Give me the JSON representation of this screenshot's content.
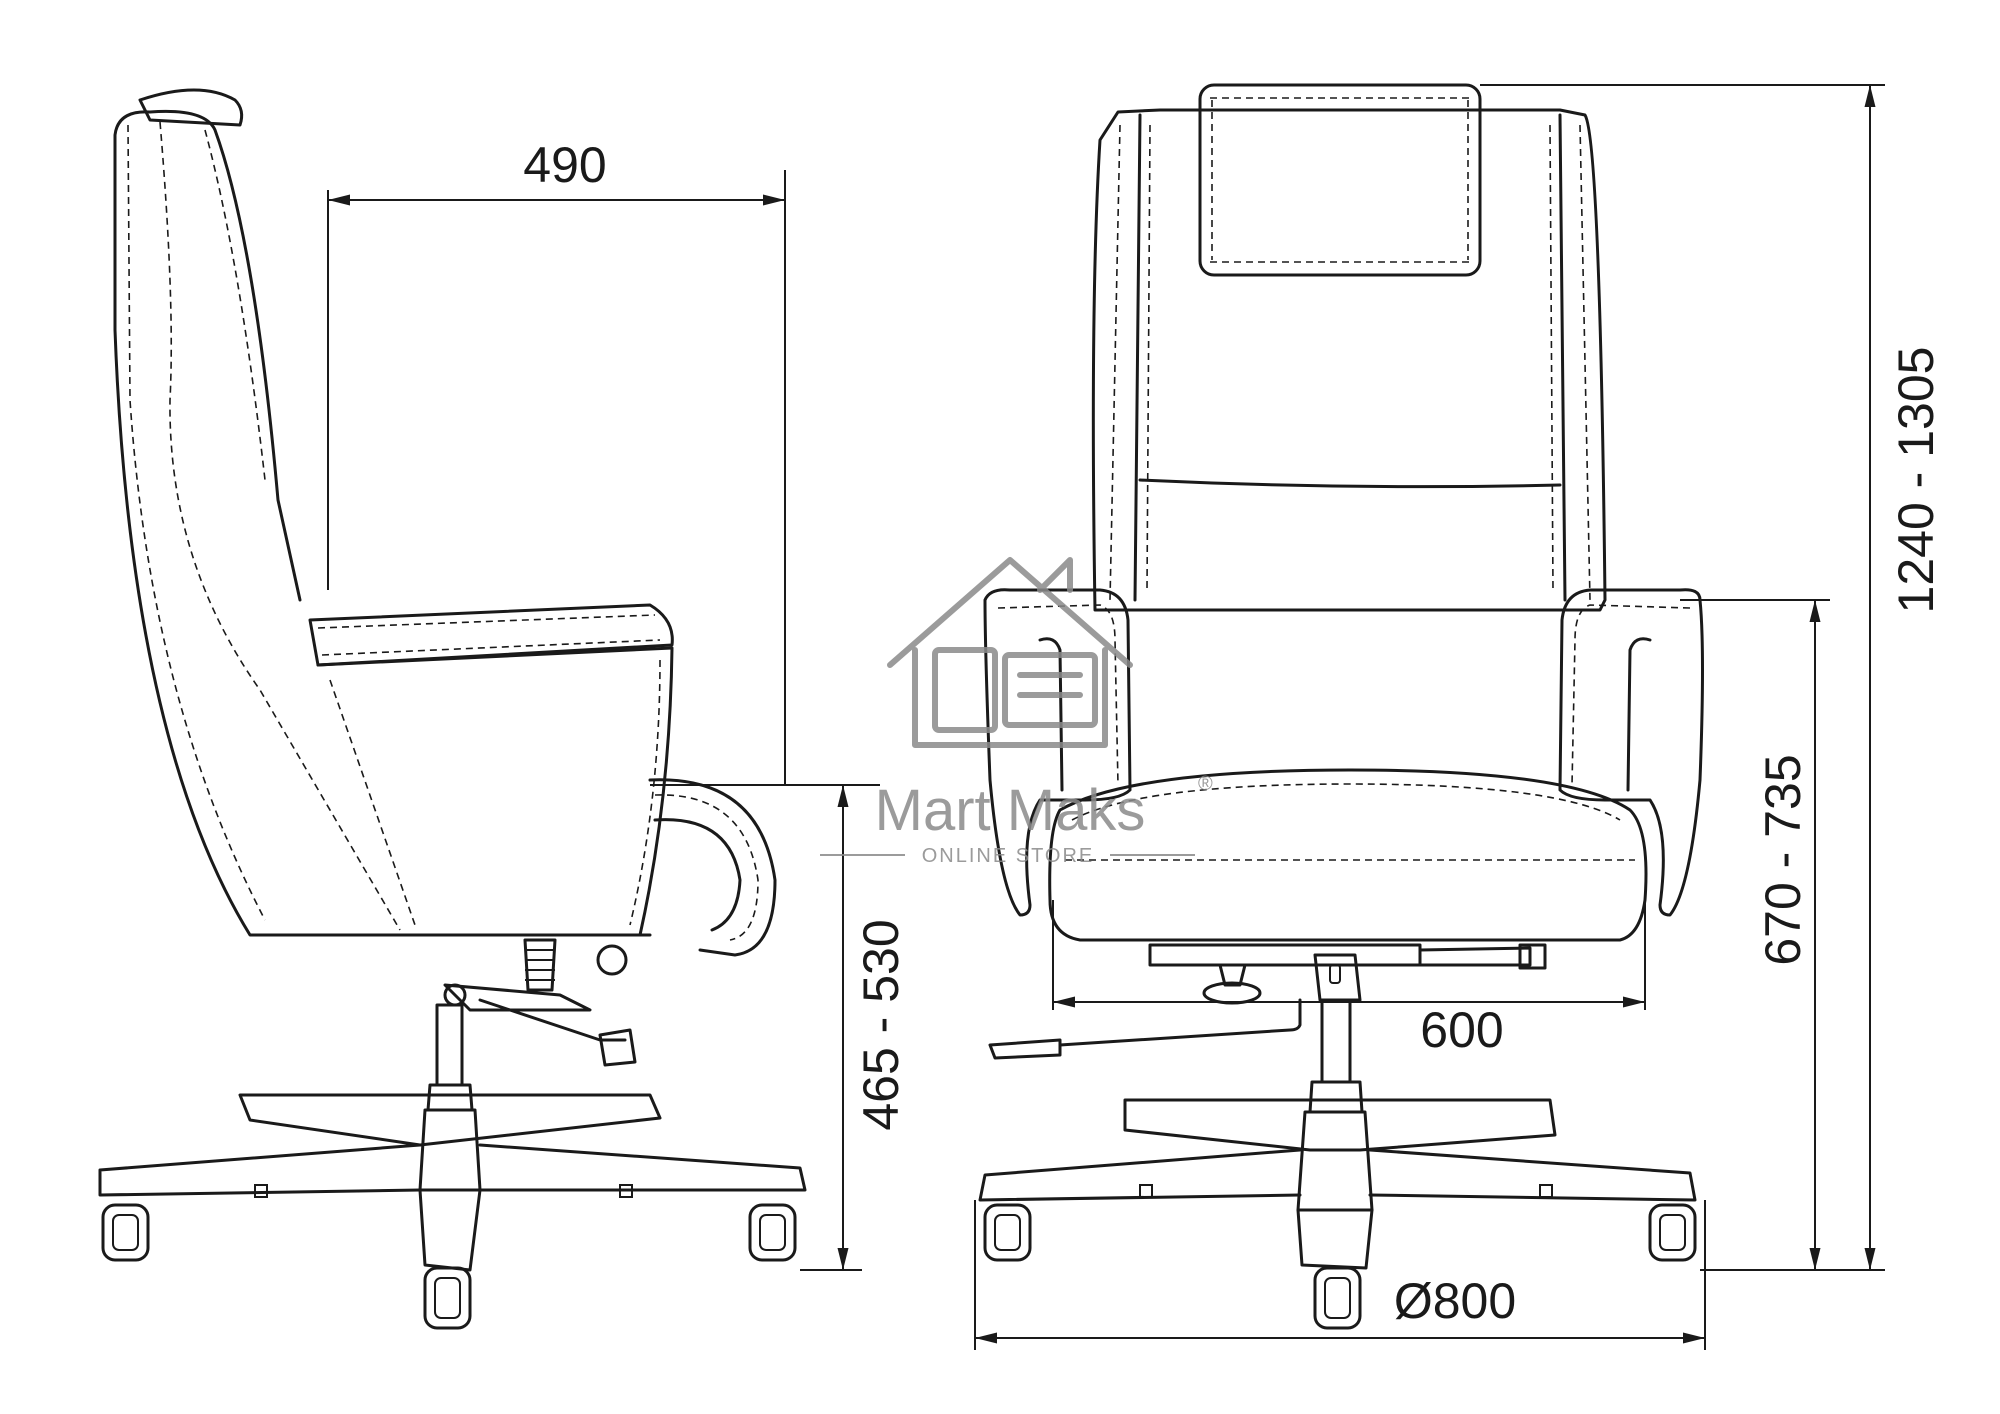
{
  "dimensions": {
    "depth": "490",
    "seat_height": "465 - 530",
    "seat_width": "600",
    "armrest_height": "670 - 735",
    "total_height": "1240 - 1305",
    "base_diameter": "Ø800"
  },
  "watermark": {
    "brand": "Mart Maks",
    "registered": "®",
    "tagline": "ONLINE STORE"
  },
  "colors": {
    "line": "#1a1a1a",
    "watermark": "#8a8a8a",
    "background": "#ffffff"
  }
}
